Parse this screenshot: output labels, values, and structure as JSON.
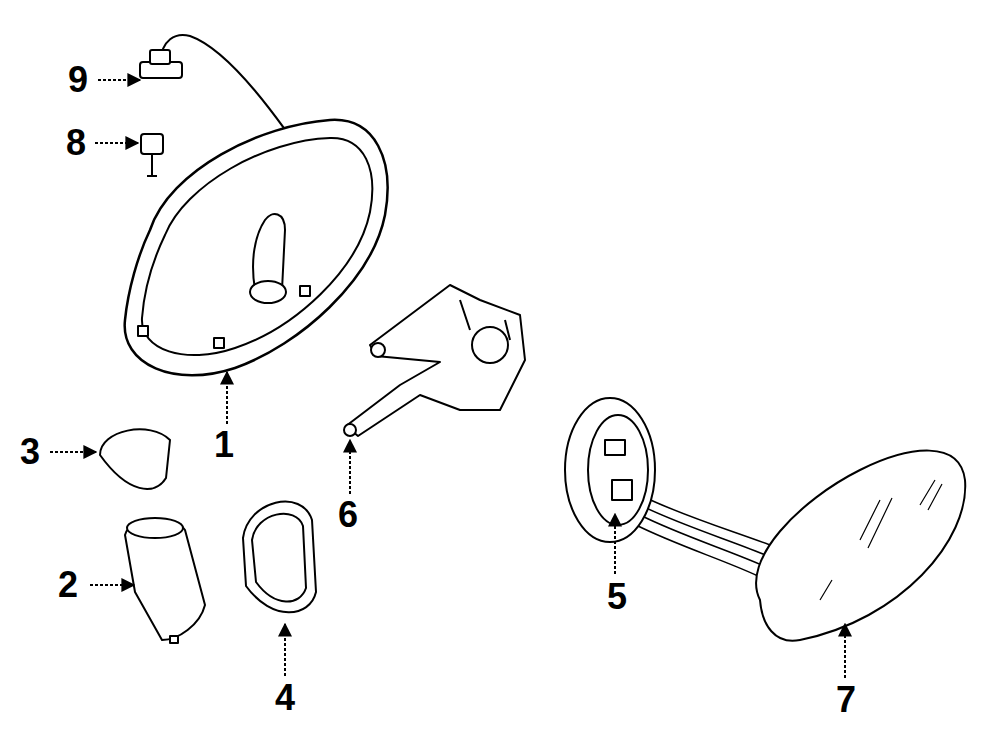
{
  "diagram": {
    "labels": [
      "9",
      "8",
      "1",
      "3",
      "6",
      "2",
      "5",
      "4",
      "7"
    ]
  }
}
